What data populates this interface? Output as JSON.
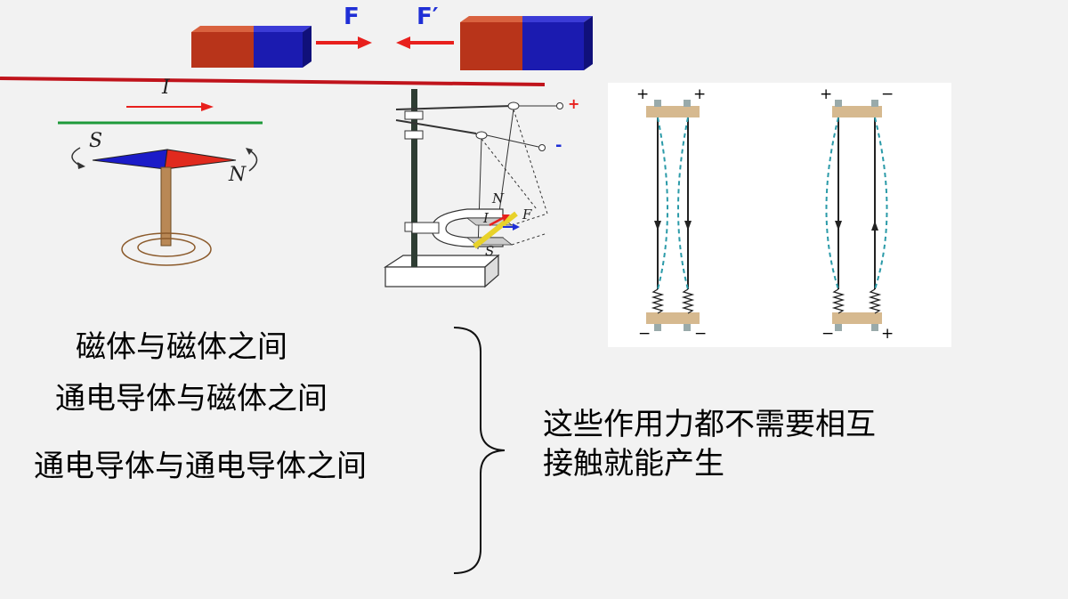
{
  "magnets": {
    "force_left": "F",
    "force_right": "F′",
    "colors": {
      "north_red": "#c0391b",
      "south_blue": "#1f1fbf",
      "arrow_red": "#e8201d"
    }
  },
  "compass": {
    "current_label": "I",
    "south_label": "S",
    "north_label": "N"
  },
  "apparatus": {
    "plus": "+",
    "minus": "-",
    "north_label": "N",
    "current_label": "I",
    "force_label": "F",
    "south_label": "S"
  },
  "parallel_wires": {
    "left_top_left": "+",
    "left_top_right": "+",
    "left_bottom_left": "−",
    "left_bottom_right": "−",
    "right_top_left": "+",
    "right_top_right": "−",
    "right_bottom_left": "−",
    "right_bottom_right": "+"
  },
  "text": {
    "line1": "磁体与磁体之间",
    "line2": "通电导体与磁体之间",
    "line3": "通电导体与通电导体之间",
    "conclusion_line1": "这些作用力都不需要相互",
    "conclusion_line2": "接触就能产生"
  }
}
